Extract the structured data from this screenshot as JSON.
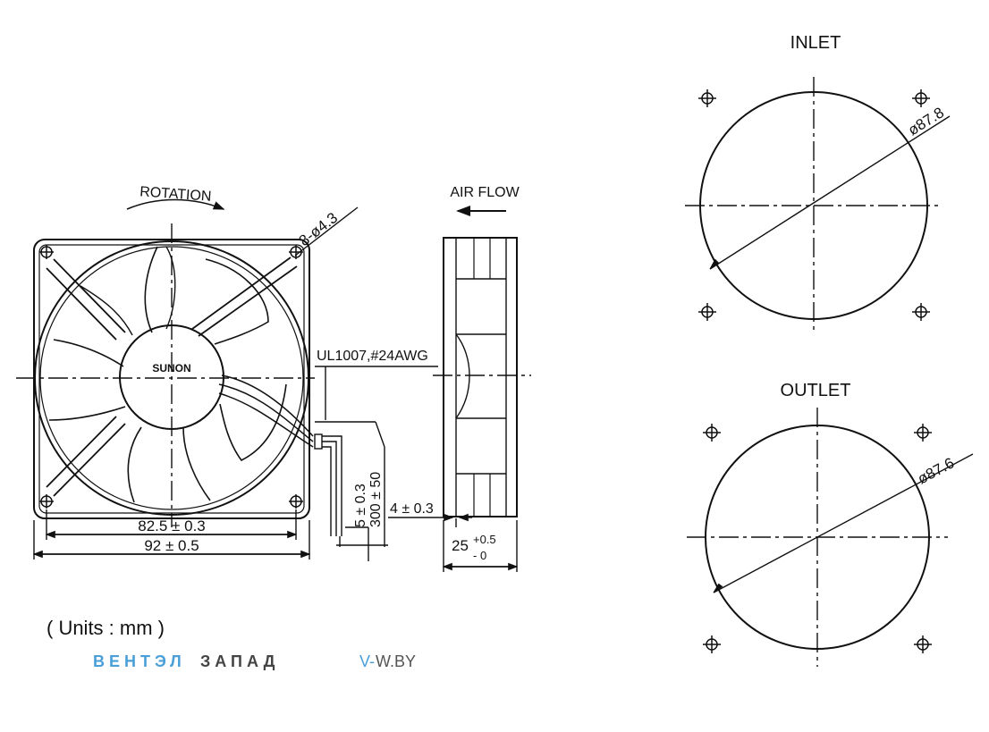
{
  "labels": {
    "rotation": "ROTATION",
    "air_flow": "AIR FLOW",
    "holes": "8-ø4.3",
    "wire": "UL1007,#24AWG",
    "brand_logo": "SUNON",
    "dim_hole_spacing": "82.5 ± 0.3",
    "dim_frame_width": "92 ± 0.5",
    "dim_wire_strip": "5 ± 0.3",
    "dim_wire_length": "300 ± 50",
    "dim_rib": "4 ± 0.3",
    "dim_thickness_main": "25",
    "dim_thickness_plus": "+0.5",
    "dim_thickness_minus": "- 0",
    "units": "( Units : mm )"
  },
  "inlet": {
    "title": "INLET",
    "diameter": "ø87.8"
  },
  "outlet": {
    "title": "OUTLET",
    "diameter": "ø87.6"
  },
  "watermark": {
    "part1": "ВЕНТЭЛ",
    "part2": "ЗАПАД",
    "url_part1": "V-",
    "url_part2": "W.BY"
  },
  "colors": {
    "line": "#111111",
    "brand_blue": "#4a9fd8",
    "brand_gray": "#444444"
  }
}
